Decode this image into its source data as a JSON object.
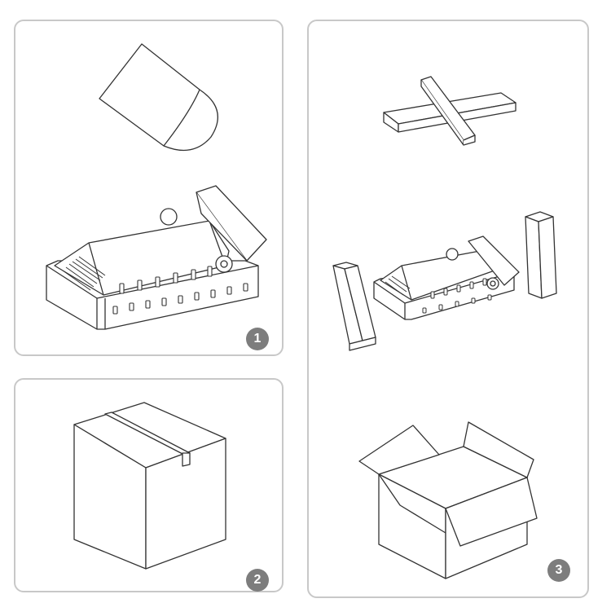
{
  "panels": [
    {
      "step": "1"
    },
    {
      "step": "2"
    },
    {
      "step": "3"
    }
  ],
  "colors": {
    "line": "#333333",
    "panel_border": "#c8c8c8",
    "badge_bg": "#7d7d7d",
    "badge_text": "#ffffff"
  }
}
